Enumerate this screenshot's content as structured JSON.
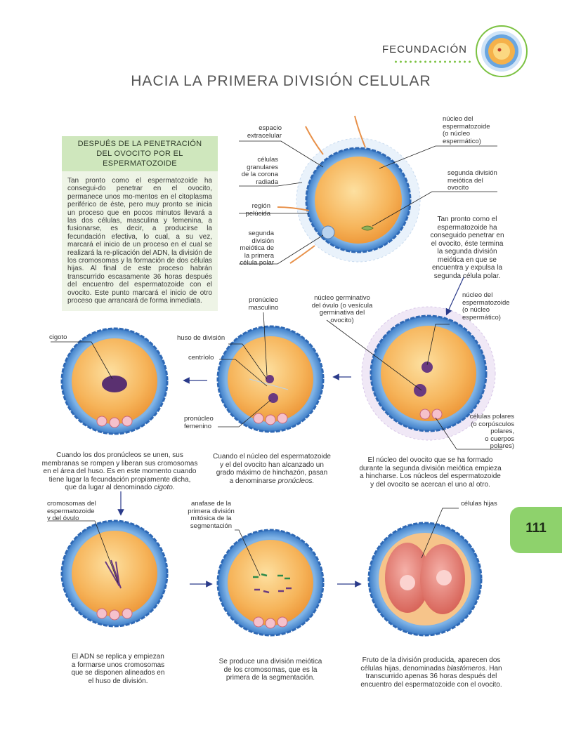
{
  "header": {
    "section": "FECUNDACIÓN",
    "title": "HACIA LA PRIMERA DIVISIÓN CELULAR"
  },
  "sidebox": {
    "heading_line1": "DESPUÉS DE LA PENETRACIÓN",
    "heading_line2": "DEL OVOCITO POR EL ESPERMATOZOIDE",
    "body": "Tan pronto como el espermatozoide ha consegui-do penetrar en el ovocito, permanece unos mo-mentos en el citoplasma periférico de éste, pero muy pronto se inicia un proceso que en pocos minutos llevará a las dos células, masculina y femenina, a fusionarse, es decir, a producirse la fecundación efectiva, lo cual, a su vez, marcará el inicio de un proceso en el cual se realizará la re-plicación del ADN, la división de los cromosomas y la formación de dos células hijas. Al final de este proceso habrán transcurrido escasamente 36 horas después del encuentro del espermatozoide con el ovocito. Este punto marcará el inicio de otro proceso que arrancará de forma inmediata."
  },
  "labels": {
    "espacio": [
      "espacio",
      "extracelular"
    ],
    "celulas_granulares": [
      "células",
      "granulares",
      "de la corona",
      "radiada"
    ],
    "region": [
      "región",
      "pelúcida"
    ],
    "segunda_polar": [
      "segunda",
      "división",
      "meiótica de",
      "la primera",
      "célula polar"
    ],
    "nucleo_esp_top": [
      "núcleo del",
      "espermatozoide",
      "(o núcleo",
      "espermático)"
    ],
    "segunda_ovocito": [
      "segunda división",
      "meiótica del",
      "ovocito"
    ],
    "top_caption": [
      "Tan pronto como el",
      "espermatozoide ha",
      "conseguido penetrar en",
      "el ovocito, éste termina",
      "la segunda división",
      "meiótica en que se",
      "encuentra y expulsa la",
      "segunda célula polar."
    ],
    "nucleo_germinativo": [
      "núcleo germinativo",
      "del óvulo (o vesícula",
      "germinativa del ovocito)"
    ],
    "nucleo_esp_mid": [
      "núcleo del",
      "espermatozoide",
      "(o núcleo",
      "espermático)"
    ],
    "celulas_polares": [
      "células polares",
      "(o corpúsculos",
      "polares,",
      "o cuerpos",
      "polares)"
    ],
    "pronucleo_masc": [
      "pronúcleo",
      "masculino"
    ],
    "huso": "huso de división",
    "centriolo": "centríolo",
    "pronucleo_fem": [
      "pronúcleo",
      "femenino"
    ],
    "cigoto": "cigoto",
    "cromosomas": [
      "cromosomas del",
      "espermatozoide",
      "y del óvulo"
    ],
    "anafase": [
      "anafase de la",
      "primera división",
      "mitósica de la",
      "segmentación"
    ],
    "hijas": "células hijas"
  },
  "captions": {
    "mid_right": [
      "El núcleo del ovocito que se ha formado",
      "durante la segunda división meiótica empieza",
      "a hincharse. Los núcleos del espermatozoide",
      "y del ovocito se acercan el uno al otro."
    ],
    "mid_center": [
      "Cuando el núcleo del espermatozoide",
      "y el del ovocito han alcanzado un",
      "grado máximo de hinchazón, pasan",
      "a denominarse "
    ],
    "mid_center_em": "pronúcleos.",
    "mid_left": [
      "Cuando los dos pronúcleos se unen, sus",
      "membranas se rompen y liberan sus cromosomas",
      "en el área del huso. Es en este momento cuando",
      "tiene lugar la fecundación propiamente dicha,",
      "que da lugar al denominado "
    ],
    "mid_left_em": "cigoto.",
    "bot_left": [
      "El ADN se replica y empiezan",
      "a formarse unos cromosomas",
      "que se disponen alineados en",
      "el huso de división."
    ],
    "bot_center": [
      "Se produce una división meiótica",
      "de los cromosomas, que es la",
      "primera de la segmentación."
    ],
    "bot_right_1": "Fruto de la división producida, aparecen dos",
    "bot_right_2a": "células hijas, denominadas ",
    "bot_right_2em": "blastómeros",
    "bot_right_2b": ". Han",
    "bot_right_3": "transcurrido apenas 36 horas después del",
    "bot_right_4": "encuentro del espermatozoide con el ovocito."
  },
  "page_number": "111",
  "colors": {
    "green": "#7cc242",
    "zona": "#5b97d6",
    "cytoplasm": "#f6b45a",
    "nucleus": "#6a3a80"
  }
}
